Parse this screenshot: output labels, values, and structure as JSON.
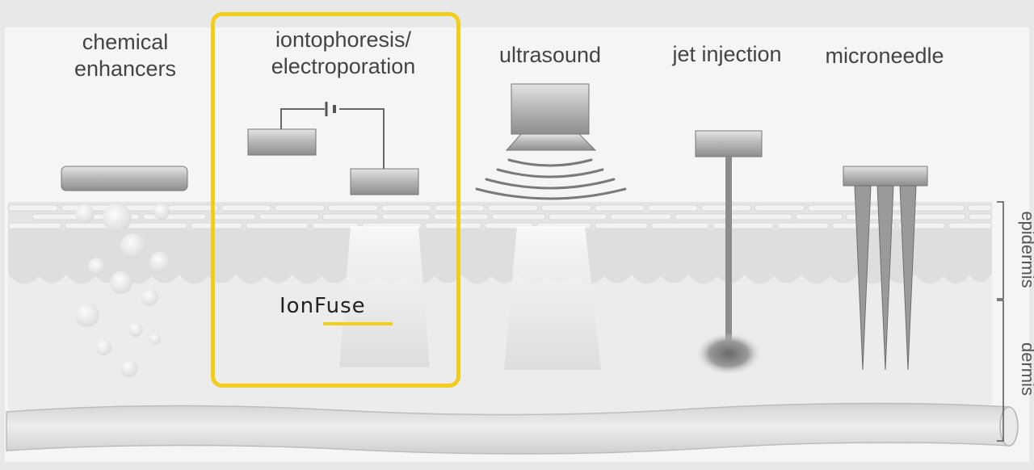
{
  "methods": [
    {
      "id": "chemical",
      "label": "chemical\nenhancers"
    },
    {
      "id": "iontophoresis",
      "label": "iontophoresis/\nelectroporation"
    },
    {
      "id": "ultrasound",
      "label": "ultrasound"
    },
    {
      "id": "jet",
      "label": "jet injection"
    },
    {
      "id": "microneedle",
      "label": "microneedle"
    }
  ],
  "layers": {
    "epidermis": "epidermis",
    "dermis": "dermis"
  },
  "highlight": {
    "brand": "IonFuse",
    "color": "#f3cd1b"
  },
  "colors": {
    "background": "#e8e8e8",
    "panel": "#f4f4f4",
    "device": "#a9a9a9",
    "text": "#444444"
  }
}
